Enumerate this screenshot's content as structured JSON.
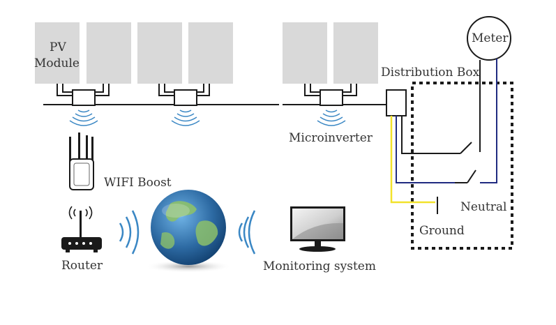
{
  "labels": {
    "pv_module_line1": "PV",
    "pv_module_line2": "Module",
    "meter": "Meter",
    "distribution_box": "Distribution Box",
    "microinverter": "Microinverter",
    "wifi_boost": "WIFI Boost",
    "neutral": "Neutral",
    "ground": "Ground",
    "router": "Router",
    "monitoring_system": "Monitoring system"
  },
  "colors": {
    "panel_fill": "#d9d9d9",
    "wire": "#1a1a1a",
    "wifi_signal": "#3a87c4",
    "neutral_wire": "#1f2a80",
    "ground_wire": "#f2e22b",
    "globe_ocean": "#2d6aa3",
    "globe_land": "#8cc06a"
  }
}
